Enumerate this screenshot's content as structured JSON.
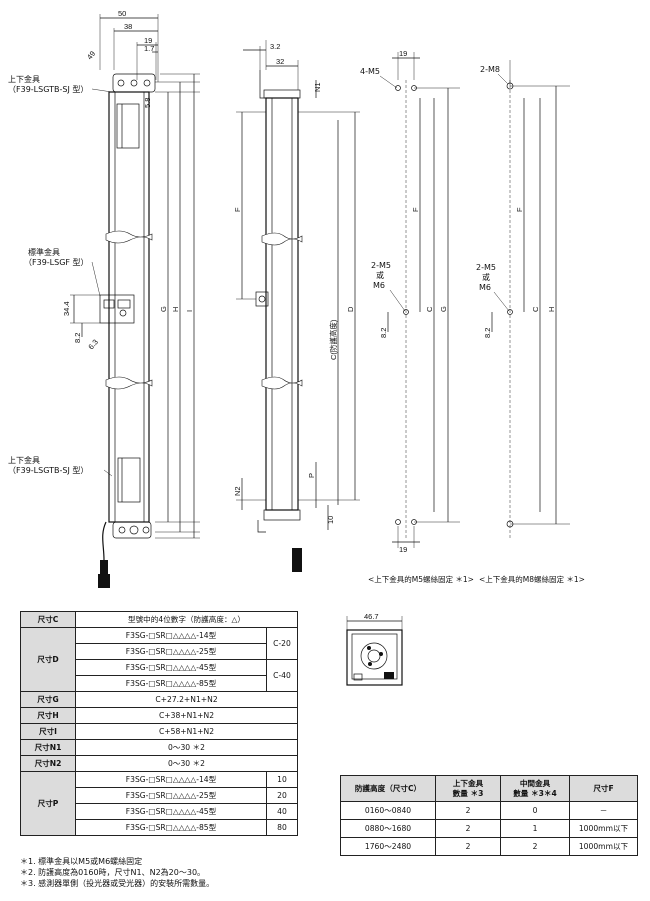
{
  "figure": {
    "labels": {
      "upper_bracket": "上下金具",
      "upper_bracket_model": "（F39-LSGTB-SJ 型）",
      "std_bracket": "標準金具",
      "std_bracket_model": "（F39-LSGF 型）",
      "lower_bracket": "上下金具",
      "lower_bracket_model": "（F39-LSGTB-SJ 型）"
    },
    "dims": {
      "d50": "50",
      "d38": "38",
      "d19": "19",
      "d1_7": "1.7",
      "d49": "49",
      "d5_8": "5.8",
      "d34_4": "34.4",
      "d8_2": "8.2",
      "d6_3": "6.3",
      "d3_2": "3.2",
      "d32": "32",
      "n1": "N1",
      "n2": "N2",
      "f": "F",
      "d": "D",
      "c_range": "C(防護高度)",
      "g": "G",
      "h": "H",
      "i": "I",
      "p": "P",
      "d10": "10",
      "m5x4": "4-M5",
      "m8x2": "2-M8",
      "m5x2": "2-M5",
      "or": "或",
      "m6": "M6",
      "c": "C",
      "d46_7": "46.7"
    },
    "captions": {
      "m5": "<上下金具的M5螺絲固定 ＊1>",
      "m8": "<上下金具的M8螺絲固定 ＊1>"
    }
  },
  "dim_table": {
    "c": {
      "key": "尺寸C",
      "value": "型號中的4位數字（防護高度：△）"
    },
    "d": {
      "key": "尺寸D",
      "rows": [
        {
          "model": "F3SG-□SR□△△△△-14型",
          "value": "C-20"
        },
        {
          "model": "F3SG-□SR□△△△△-25型",
          "value": ""
        },
        {
          "model": "F3SG-□SR□△△△△-45型",
          "value": "C-40"
        },
        {
          "model": "F3SG-□SR□△△△△-85型",
          "value": ""
        }
      ]
    },
    "g": {
      "key": "尺寸G",
      "value": "C+27.2+N1+N2"
    },
    "h": {
      "key": "尺寸H",
      "value": "C+38+N1+N2"
    },
    "i": {
      "key": "尺寸I",
      "value": "C+58+N1+N2"
    },
    "n1": {
      "key": "尺寸N1",
      "value": "0～30 ＊2"
    },
    "n2": {
      "key": "尺寸N2",
      "value": "0～30 ＊2"
    },
    "p": {
      "key": "尺寸P",
      "rows": [
        {
          "model": "F3SG-□SR□△△△△-14型",
          "value": "10"
        },
        {
          "model": "F3SG-□SR□△△△△-25型",
          "value": "20"
        },
        {
          "model": "F3SG-□SR□△△△△-45型",
          "value": "40"
        },
        {
          "model": "F3SG-□SR□△△△△-85型",
          "value": "80"
        }
      ]
    }
  },
  "qty_table": {
    "headers": [
      "防護高度（尺寸C）",
      "上下金具\n數量 ＊3",
      "中間金具\n數量 ＊3＊4",
      "尺寸F"
    ],
    "rows": [
      [
        "0160～0840",
        "2",
        "0",
        "－"
      ],
      [
        "0880～1680",
        "2",
        "1",
        "1000mm以下"
      ],
      [
        "1760～2480",
        "2",
        "2",
        "1000mm以下"
      ]
    ]
  },
  "notes": [
    "＊1. 標準金具以M5或M6螺絲固定",
    "＊2. 防護高度為0160時，尺寸N1、N2為20～30。",
    "＊3. 感測器單側（投光器或受光器）的安裝所需數量。"
  ]
}
